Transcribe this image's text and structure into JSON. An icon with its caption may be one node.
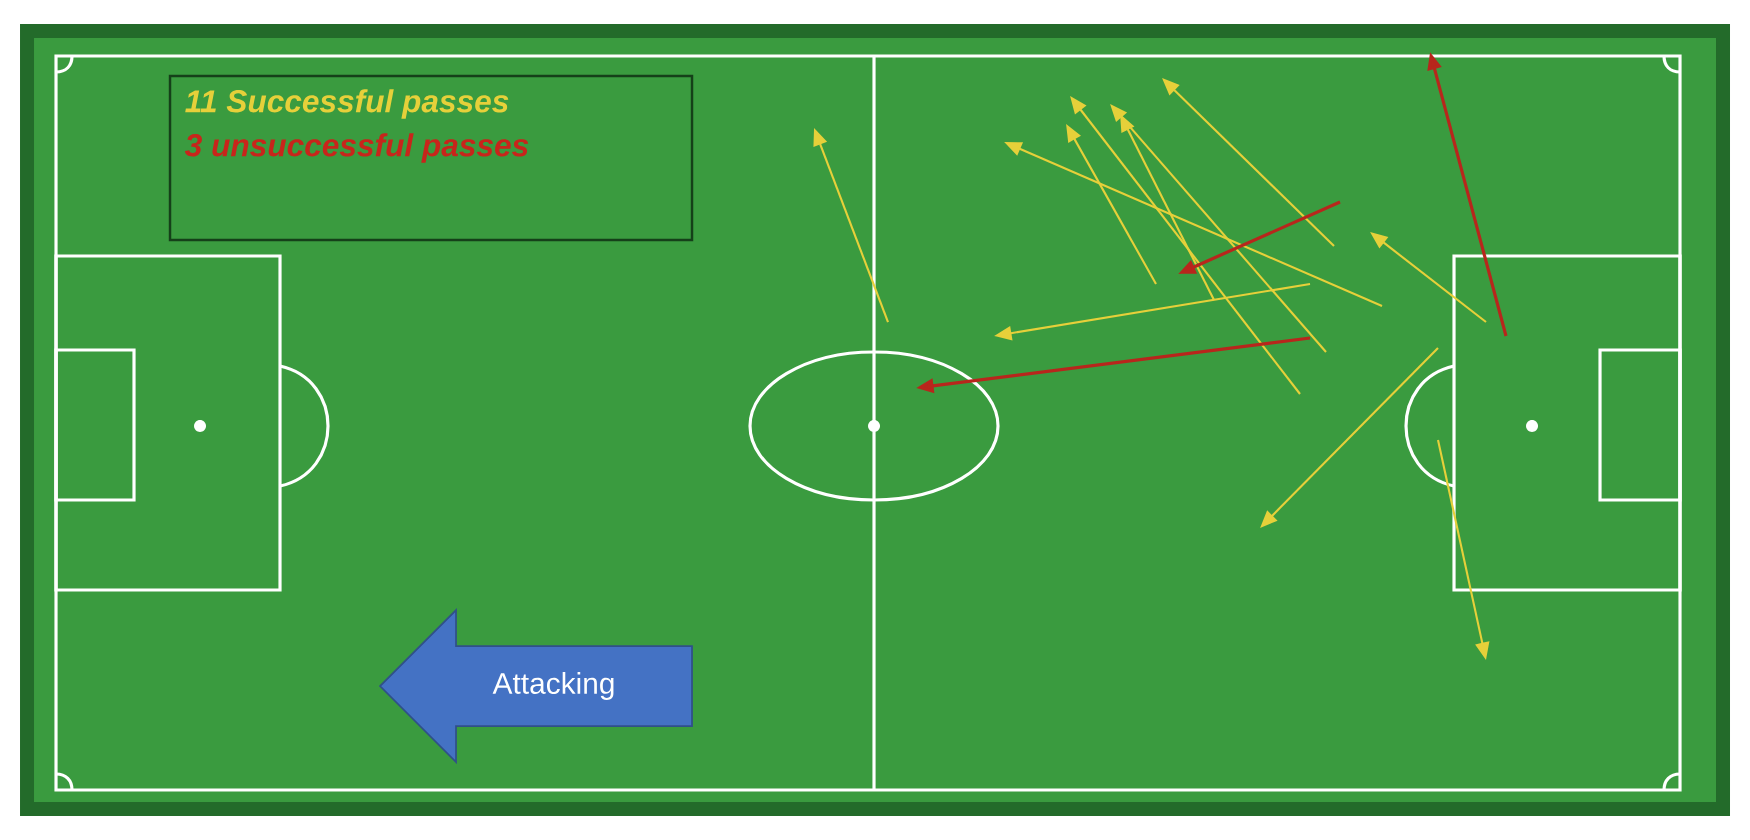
{
  "diagram": {
    "nodes": [
      {
        "text": [
          "Attacking"
        ]
      }
    ],
    "legend": [
      {
        "text": "11 Successful passes",
        "color": "#e6d03a"
      },
      {
        "text": "3 unsuccessful passes",
        "color": "#c8251b"
      }
    ]
  }
}
